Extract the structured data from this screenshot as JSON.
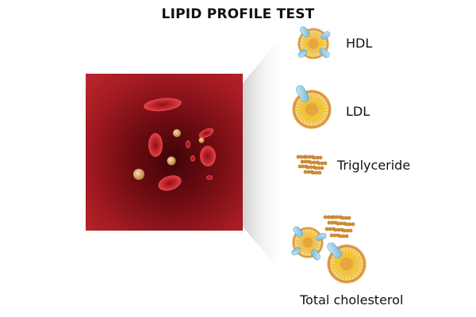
{
  "title": "LIPID PROFILE TEST",
  "labels": {
    "hdl": "HDL",
    "ldl": "LDL",
    "triglyceride": "Triglyceride",
    "total_cholesterol": "Total cholesterol"
  },
  "colors": {
    "blood_red": "#b01e25",
    "blood_dark": "#3e0508",
    "lipid_core": "#e2a547",
    "lipid_shell": "#f2d9a3",
    "protein_blue": "#8fc8e6",
    "spike_yellow": "#f2c60c",
    "text": "#111111"
  },
  "icons": [
    "blood-vessel-icon",
    "red-blood-cell-icon",
    "lipoprotein-icon",
    "triglyceride-icon"
  ]
}
